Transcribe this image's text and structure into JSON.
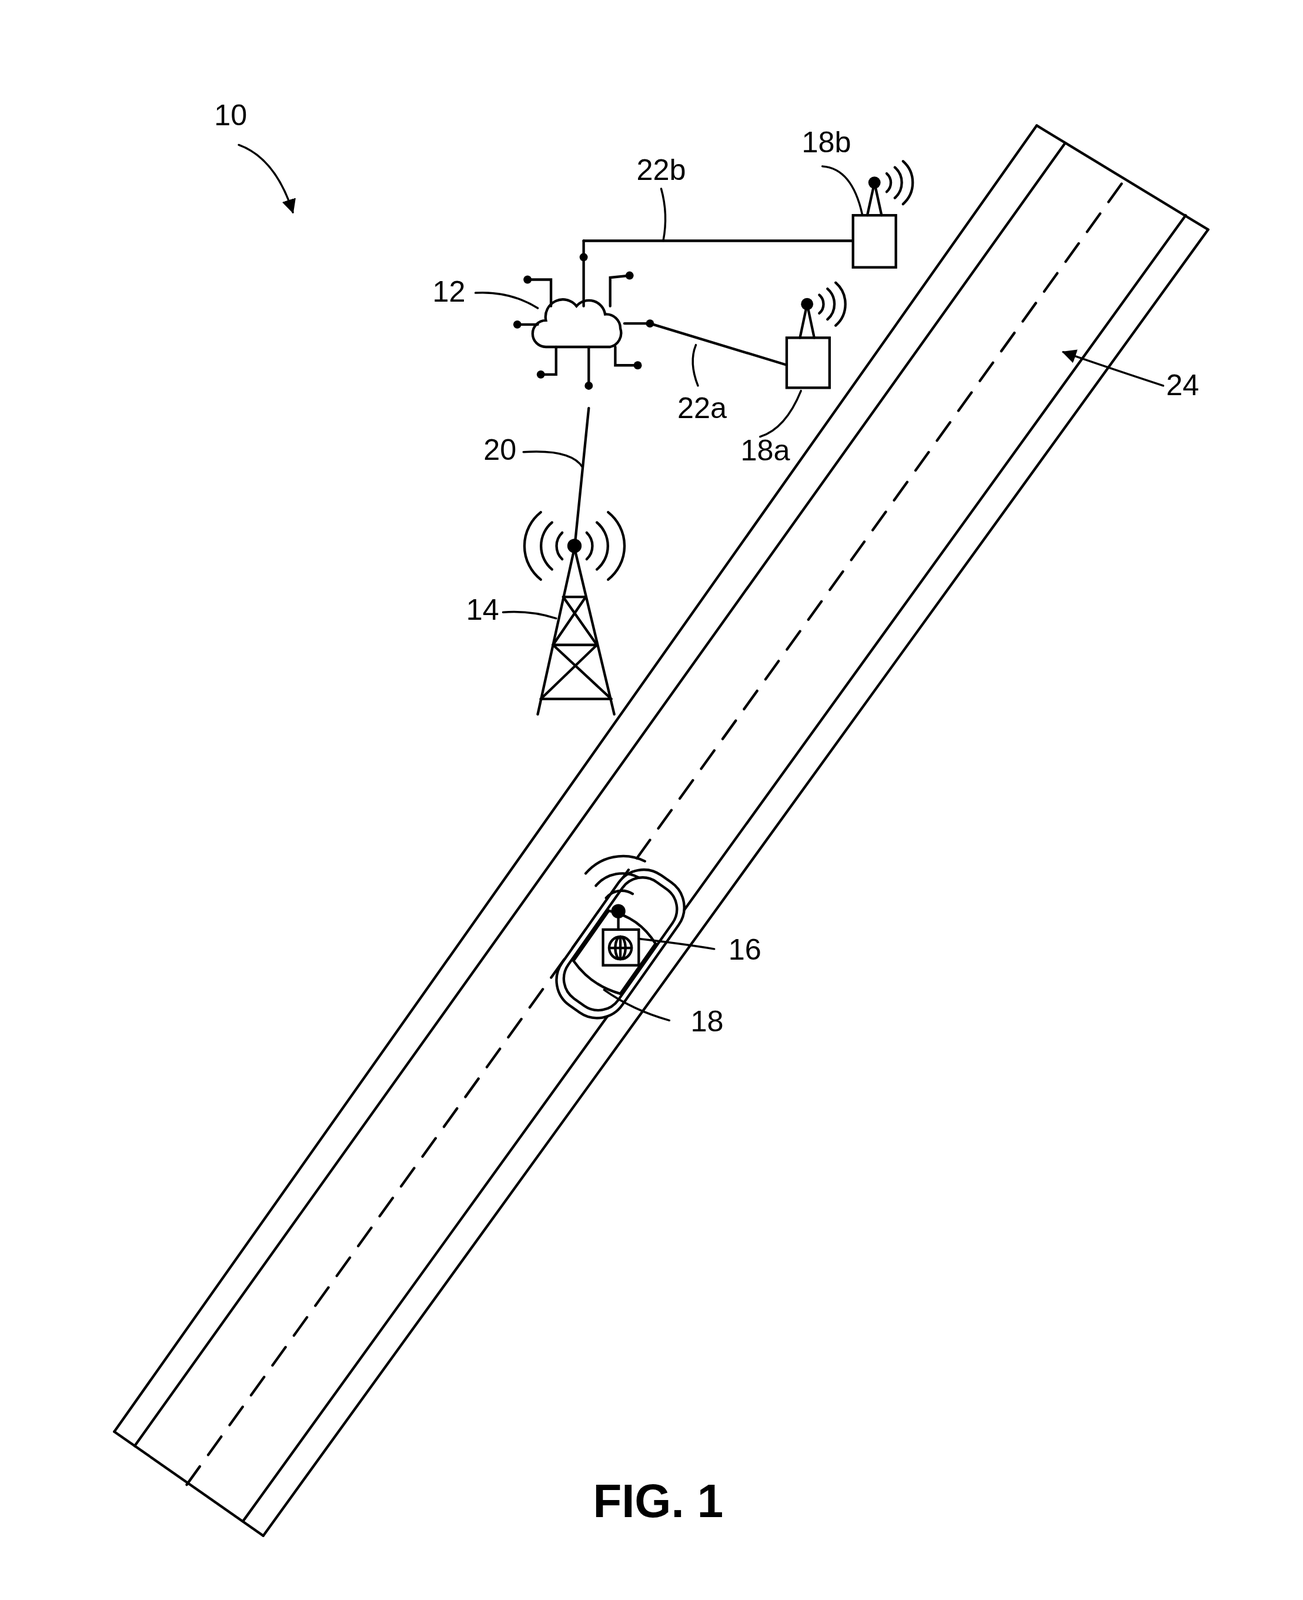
{
  "diagram": {
    "caption": "FIG. 1",
    "labels": [
      "10",
      "12",
      "18b",
      "22b",
      "22a",
      "18a",
      "24",
      "20",
      "14",
      "16",
      "18"
    ]
  }
}
